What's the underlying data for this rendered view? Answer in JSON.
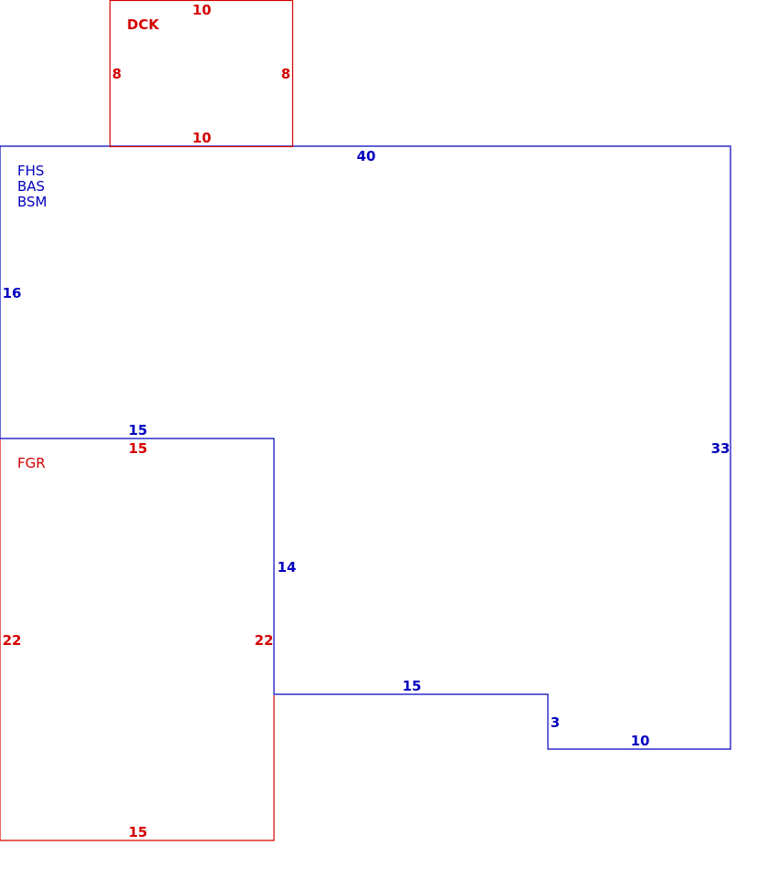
{
  "colors": {
    "house": "#0000c0",
    "accessory": "#d40000"
  },
  "deck": {
    "code": "DCK",
    "top": "10",
    "left": "8",
    "right": "8",
    "bottom": "10"
  },
  "house": {
    "codes": [
      "FHS",
      "BAS",
      "BSM"
    ],
    "top": "40",
    "left": "16",
    "garage_top": "15",
    "right": "33",
    "garage_side": "14",
    "step_top": "15",
    "step_side": "3",
    "bottom": "10"
  },
  "garage": {
    "code": "FGR",
    "top": "15",
    "left": "22",
    "right": "22",
    "bottom": "15"
  }
}
